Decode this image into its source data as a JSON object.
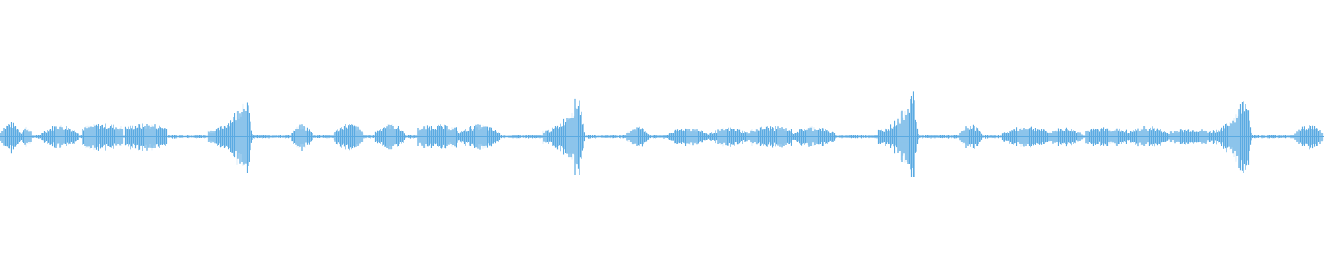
{
  "waveform": {
    "color": "#5aaae2",
    "background": "#ffffff",
    "baseline_amplitude": 0.012,
    "segments": [
      {
        "start": 0.0,
        "end": 0.016,
        "peak": 0.11,
        "shape": "hump"
      },
      {
        "start": 0.016,
        "end": 0.024,
        "peak": 0.08,
        "shape": "hump"
      },
      {
        "start": 0.031,
        "end": 0.06,
        "peak": 0.09,
        "shape": "hump"
      },
      {
        "start": 0.062,
        "end": 0.093,
        "peak": 0.1,
        "shape": "flat"
      },
      {
        "start": 0.094,
        "end": 0.126,
        "peak": 0.1,
        "shape": "flat"
      },
      {
        "start": 0.157,
        "end": 0.191,
        "peak": 0.34,
        "shape": "swell"
      },
      {
        "start": 0.22,
        "end": 0.236,
        "peak": 0.09,
        "shape": "hump"
      },
      {
        "start": 0.252,
        "end": 0.275,
        "peak": 0.1,
        "shape": "hump"
      },
      {
        "start": 0.283,
        "end": 0.306,
        "peak": 0.1,
        "shape": "hump"
      },
      {
        "start": 0.315,
        "end": 0.346,
        "peak": 0.09,
        "shape": "flat"
      },
      {
        "start": 0.346,
        "end": 0.378,
        "peak": 0.09,
        "shape": "hump"
      },
      {
        "start": 0.41,
        "end": 0.442,
        "peak": 0.34,
        "shape": "swell"
      },
      {
        "start": 0.473,
        "end": 0.49,
        "peak": 0.08,
        "shape": "hump"
      },
      {
        "start": 0.504,
        "end": 0.535,
        "peak": 0.07,
        "shape": "hump"
      },
      {
        "start": 0.535,
        "end": 0.567,
        "peak": 0.07,
        "shape": "hump"
      },
      {
        "start": 0.567,
        "end": 0.598,
        "peak": 0.08,
        "shape": "flat"
      },
      {
        "start": 0.598,
        "end": 0.631,
        "peak": 0.08,
        "shape": "hump"
      },
      {
        "start": 0.663,
        "end": 0.694,
        "peak": 0.37,
        "shape": "swell"
      },
      {
        "start": 0.725,
        "end": 0.742,
        "peak": 0.09,
        "shape": "hump"
      },
      {
        "start": 0.757,
        "end": 0.795,
        "peak": 0.08,
        "shape": "hump"
      },
      {
        "start": 0.79,
        "end": 0.818,
        "peak": 0.07,
        "shape": "hump"
      },
      {
        "start": 0.82,
        "end": 0.851,
        "peak": 0.07,
        "shape": "flat"
      },
      {
        "start": 0.851,
        "end": 0.883,
        "peak": 0.08,
        "shape": "hump"
      },
      {
        "start": 0.883,
        "end": 0.915,
        "peak": 0.06,
        "shape": "flat"
      },
      {
        "start": 0.915,
        "end": 0.946,
        "peak": 0.35,
        "shape": "swell"
      },
      {
        "start": 0.978,
        "end": 1.0,
        "peak": 0.09,
        "shape": "hump"
      }
    ]
  }
}
